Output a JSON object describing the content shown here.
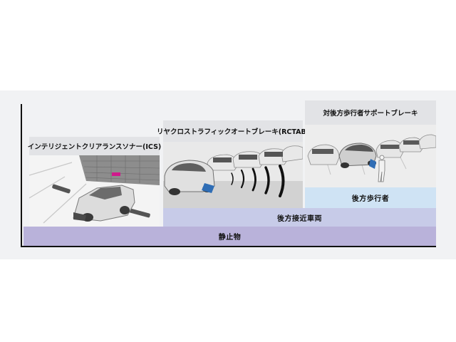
{
  "systems": {
    "ics_label": "インテリジェントクリアランスソナー(ICS)",
    "rctab_label": "リヤクロストラフィックオートブレーキ(RCTAB)",
    "pedestrian_label": "対後方歩行者サポートブレーキ"
  },
  "targets": {
    "static_objects": "静止物",
    "rear_approaching_vehicles": "後方接近車両",
    "rear_pedestrians": "後方歩行者"
  },
  "colors": {
    "static_band": "#b9b2da",
    "rear_band": "#c7cbe8",
    "pedestrian_band": "#cfe3f4",
    "highlight_pink": "#d01a8c",
    "highlight_blue": "#2f6db5"
  },
  "icons": {
    "ics_scene": "car-parking-obstacle-image",
    "rctab_scene": "car-reversing-crossing-traffic-image",
    "pedestrian_scene": "car-reversing-pedestrian-image"
  }
}
